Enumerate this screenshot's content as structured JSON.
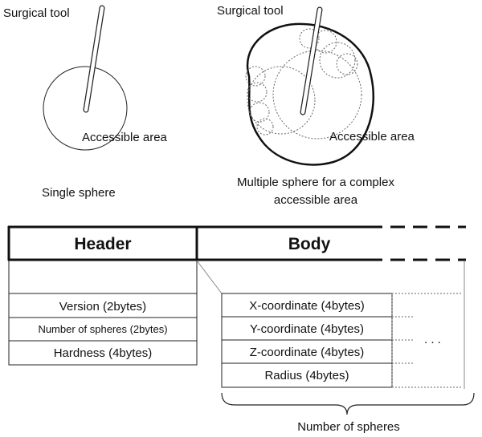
{
  "top": {
    "left": {
      "tool_label": "Surgical tool",
      "area_label": "Accessible area",
      "caption": "Single sphere"
    },
    "right": {
      "tool_label": "Surgical tool",
      "area_label": "Accessible area",
      "caption_line1": "Multiple sphere for a complex",
      "caption_line2": "accessible area"
    }
  },
  "structure": {
    "header_label": "Header",
    "body_label": "Body",
    "header_fields": [
      "Version (2bytes)",
      "Number of spheres (2bytes)",
      "Hardness (4bytes)"
    ],
    "sphere_fields": [
      "X-coordinate (4bytes)",
      "Y-coordinate (4bytes)",
      "Z-coordinate (4bytes)",
      "Radius (4bytes)"
    ],
    "ellipsis": ". . .",
    "brace_label": "Number of spheres"
  }
}
